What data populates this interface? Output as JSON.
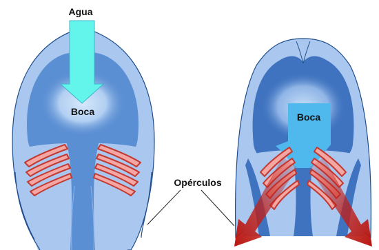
{
  "labels": {
    "water": "Agua",
    "mouth_left": "Boca",
    "mouth_right": "Boca",
    "opercula": "Opérculos"
  },
  "colors": {
    "outline": "#1f4e8c",
    "outer_body": "#a9c7ef",
    "inner_body": "#5b8fd3",
    "mouth_glow": "#b7d6f4",
    "mouth_box": "#4fb8ec",
    "water_arrow": "#63f4ec",
    "gill_fill": "#f4a6a3",
    "gill_stroke": "#c23a32",
    "outflow_arrow": "#c0201a",
    "text": "#111111"
  },
  "icons": {
    "water_arrow": "down-arrow-icon",
    "outflow_arrow": "diagonal-arrow-icon"
  }
}
